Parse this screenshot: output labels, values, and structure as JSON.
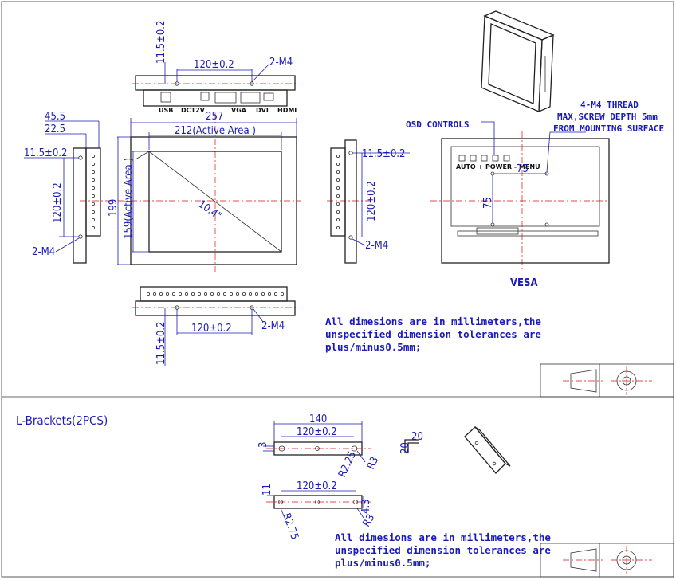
{
  "top_view": {
    "dim_vertical": "11.5±0.2",
    "dim_pitch": "120±0.2",
    "thread": "2-M4",
    "ports": [
      "USB",
      "DC12V",
      "VGA",
      "DVI",
      "HDMI"
    ]
  },
  "front_view": {
    "dim_total_depth": "45.5",
    "dim_bracket_depth": "22.5",
    "dim_left_offset": "11.5±0.2",
    "dim_left_pitch": "120±0.2",
    "left_thread": "2-M4",
    "width_total": "257",
    "width_active": "212(Active Area )",
    "height_total": "199",
    "height_active": "159(Active Area )",
    "diagonal": "10.4\""
  },
  "side_view": {
    "dim_offset": "11.5±0.2",
    "dim_pitch": "120±0.2",
    "thread": "2-M4"
  },
  "bottom_view": {
    "dim_pitch": "120±0.2",
    "thread": "2-M4",
    "dim_offset": "11.5±0.2"
  },
  "rear_view": {
    "osd_label": "OSD CONTROLS",
    "thread_note": [
      "4-M4 THREAD",
      "MAX,SCREW DEPTH 5mm",
      "FROM MOUNTING SURFACE"
    ],
    "vesa_h": "75",
    "vesa_v": "75",
    "vesa_label": "VESA",
    "button_labels": "AUTO + POWER - MENU"
  },
  "notes_top": [
    "All dimesions are in millimeters,the",
    "unspecified dimension tolerances are",
    "plus/minus0.5mm;"
  ],
  "brackets": {
    "title": "L-Brackets(2PCS)",
    "length": "140",
    "pitch_top": "120±0.2",
    "thickness_left": "3",
    "radius_a": "R2.25",
    "radius_b": "R3",
    "leg_w": "20",
    "leg_h": "20",
    "height_left": "11",
    "pitch_bottom": "120±0.2",
    "dim_right": "4.3",
    "radius_c": "R3",
    "radius_d": "R2.75"
  },
  "notes_bottom": [
    "All dimesions are in millimeters,the",
    "unspecified dimension tolerances are",
    "plus/minus0.5mm;"
  ]
}
